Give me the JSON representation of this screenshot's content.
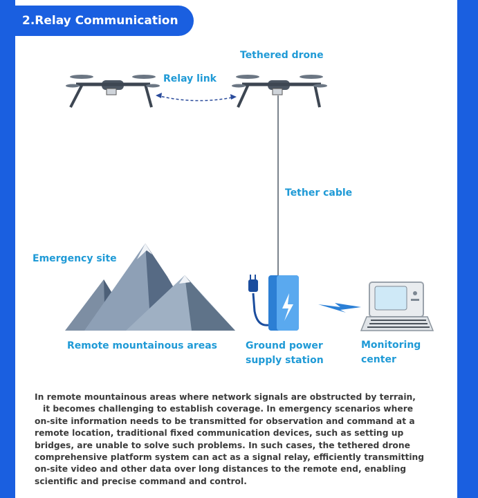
{
  "title": "2.Relay Communication",
  "labels": {
    "tethered_drone": "Tethered drone",
    "relay_link": "Relay link",
    "tether_cable": "Tether cable",
    "emergency_site": "Emergency site",
    "remote_areas": "Remote mountainous areas",
    "ground_power_1": "Ground power",
    "ground_power_2": "supply station",
    "monitoring_1": "Monitoring",
    "monitoring_2": "center"
  },
  "description": [
    "In remote mountainous areas where network signals are obstructed by terrain,",
    "it becomes challenging to establish coverage. In emergency scenarios where",
    "on-site information needs to be transmitted for observation and command at a",
    "remote location, traditional fixed communication devices, such as setting up",
    "bridges, are unable to solve such problems. In such cases, the tethered drone",
    "comprehensive platform system can act as a signal relay, efficiently transmitting",
    "on-site video and other data over long distances to the remote end, enabling",
    "scientific and precise command and control."
  ],
  "colors": {
    "frame": "#1a5fe0",
    "label": "#1f9ad6",
    "text": "#3b3b3b"
  }
}
